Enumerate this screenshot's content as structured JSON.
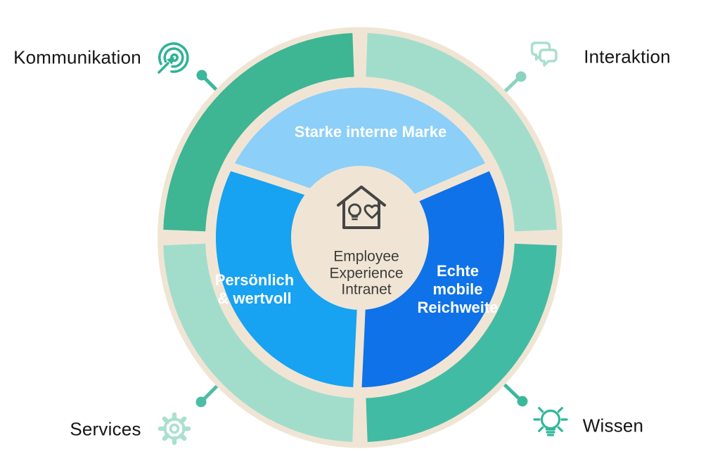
{
  "diagram": {
    "center": {
      "title": "Employee Experience Intranet",
      "icon": "house-bulb-heart-icon",
      "bg_color": "#F0E5D4",
      "icon_color": "#454545",
      "text_color": "#3C3C3C"
    },
    "inner_ring": {
      "segments": [
        {
          "id": "brand",
          "position": "top",
          "label": "Starke interne Marke",
          "color": "#8CCFF8"
        },
        {
          "id": "personal",
          "position": "left",
          "label": "Persönlich & wertvoll",
          "color": "#17A2F2"
        },
        {
          "id": "mobile",
          "position": "right",
          "label": "Echte mobile Reichweite",
          "color": "#0F72E8"
        }
      ]
    },
    "outer_ring": {
      "segments": [
        {
          "id": "top-left",
          "color": "#3EB593"
        },
        {
          "id": "top-right",
          "color": "#A2DDCC"
        },
        {
          "id": "bottom-right",
          "color": "#42BBA4"
        },
        {
          "id": "bottom-left",
          "color": "#A2DDCC"
        }
      ]
    },
    "corners": [
      {
        "id": "kommunikation",
        "position": "top-left",
        "label": "Kommunikation",
        "icon": "target-click-icon",
        "icon_color": "#2FB296",
        "connector_color": "#3CB79C"
      },
      {
        "id": "interaktion",
        "position": "top-right",
        "label": "Interaktion",
        "icon": "speech-bubbles-icon",
        "icon_color": "#A9DECD",
        "connector_color": "#8AD3BF"
      },
      {
        "id": "services",
        "position": "bottom-left",
        "label": "Services",
        "icon": "gear-icon",
        "icon_color": "#ABE0CF",
        "connector_color": "#4FBCA5"
      },
      {
        "id": "wissen",
        "position": "bottom-right",
        "label": "Wissen",
        "icon": "lightbulb-icon",
        "icon_color": "#2FB79B",
        "connector_color": "#3CB79C"
      }
    ],
    "label_text_color": "#161616"
  }
}
